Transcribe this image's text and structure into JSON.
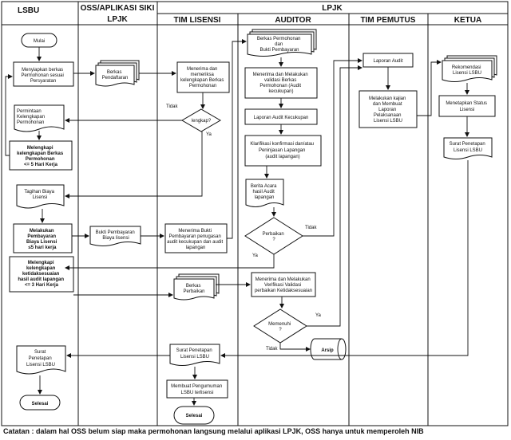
{
  "headers": {
    "lsbu": "LSBU",
    "oss": "OSS/APLIKASI SIKI",
    "oss_sub": "LPJK",
    "lpjk": "LPJK",
    "tim_lisensi": "TIM LISENSI",
    "auditor": "AUDITOR",
    "tim_pemutus": "TIM PEMUTUS",
    "ketua": "KETUA"
  },
  "nodes": {
    "mulai": "Mulai",
    "siapkan": [
      "Menyiapkan berkas",
      "Permohonan sesuai",
      "Persyaratan"
    ],
    "berkas_pendaftaran": [
      "Berkas",
      "Pendaftaran"
    ],
    "terima_periksa": [
      "Menerima dan",
      "memeriksa",
      "kelengkapan Berkas",
      "Permohonan"
    ],
    "lengkap": "lengkap?",
    "permintaan": [
      "Permintaan",
      "Kelengkapan",
      "Permohonan"
    ],
    "melengkapi1": [
      "Melengkapi",
      "kelengkapan Berkas",
      "Permohonan",
      "<= 5 Hari Kerja"
    ],
    "tagihan": [
      "Tagihan Biaya",
      "Lisensi"
    ],
    "melakukan_bayar": [
      "Melakukan",
      "Pembayaran",
      "Biaya Lisensi",
      "≤5 hari kerja"
    ],
    "bukti_bayar": [
      "Bukti Pembayaran",
      "Biaya lisensi"
    ],
    "terima_bukti": [
      "Menerima Bukti",
      "Pembayaran penugasan",
      "audit kecukupan dan audit",
      "lapangan"
    ],
    "melengkapi2": [
      "Melengkapi",
      "kelengkapan",
      "ketidaksesuaian",
      "hasil audit lapangan",
      "<= 3 Hari Kerja"
    ],
    "berkas_perbaikan": [
      "Berkas",
      "Perbaikan"
    ],
    "berkas_pembayaran": [
      "Berkas Permohonan",
      "dan",
      "Bukti Pembayaran"
    ],
    "validasi": [
      "Menerima dan Melakukan",
      "validasi Berkas",
      "Permohonan (Audit",
      "kecukupan)"
    ],
    "laporan_kecukupan": "Laporan Audit Kecukupan",
    "klarifikasi": [
      "Klarifikasi konfirmasi dan/atau",
      "Peninjauan Lapangan",
      "(audit lapangan)"
    ],
    "berita_acara": [
      "Berita Acara",
      "hasil Audit",
      "lapangan"
    ],
    "perbaikan": [
      "Perbaikan",
      "?"
    ],
    "verifikasi": [
      "Menerima dan Melakukan",
      "Verifikasi Validasi",
      "perbaikan Ketidaksesuaian"
    ],
    "memenuhi": [
      "Memenuhi",
      "?"
    ],
    "arsip": "Arsip",
    "laporan_audit": "Laporan Audit",
    "kajian": [
      "Melakukan kajian",
      "dan Membuat",
      "Laporan",
      "Pelaksanaan",
      "Lisensi LSBU"
    ],
    "rekomendasi": [
      "Rekomendasi",
      "Lisensi LSBU"
    ],
    "menetapkan": [
      "Menetapkan Status",
      "Lisensi"
    ],
    "surat_ketua": [
      "Surat Penetapan",
      "Lisensi LSBU"
    ],
    "surat_tl": [
      "Surat Penetapan",
      "Lisensi LSBU"
    ],
    "surat_lsbu": [
      "Surat",
      "Penetapan",
      "Lisensi LSBU"
    ],
    "pengumuman": [
      "Membuat Pengumuman",
      "LSBU terlisensi"
    ],
    "selesai_lsbu": "Selesai",
    "selesai_tl": "Selesai"
  },
  "labels": {
    "tidak1": "Tidak",
    "ya1": "Ya",
    "tidak2": "Tidak",
    "ya2": "Ya",
    "ya3": "Ya",
    "tidak3": "Tidak"
  },
  "note": "Catatan : dalam hal OSS belum siap maka permohonan langsung melalui aplikasi LPJK, OSS hanya untuk memperoleh NIB"
}
